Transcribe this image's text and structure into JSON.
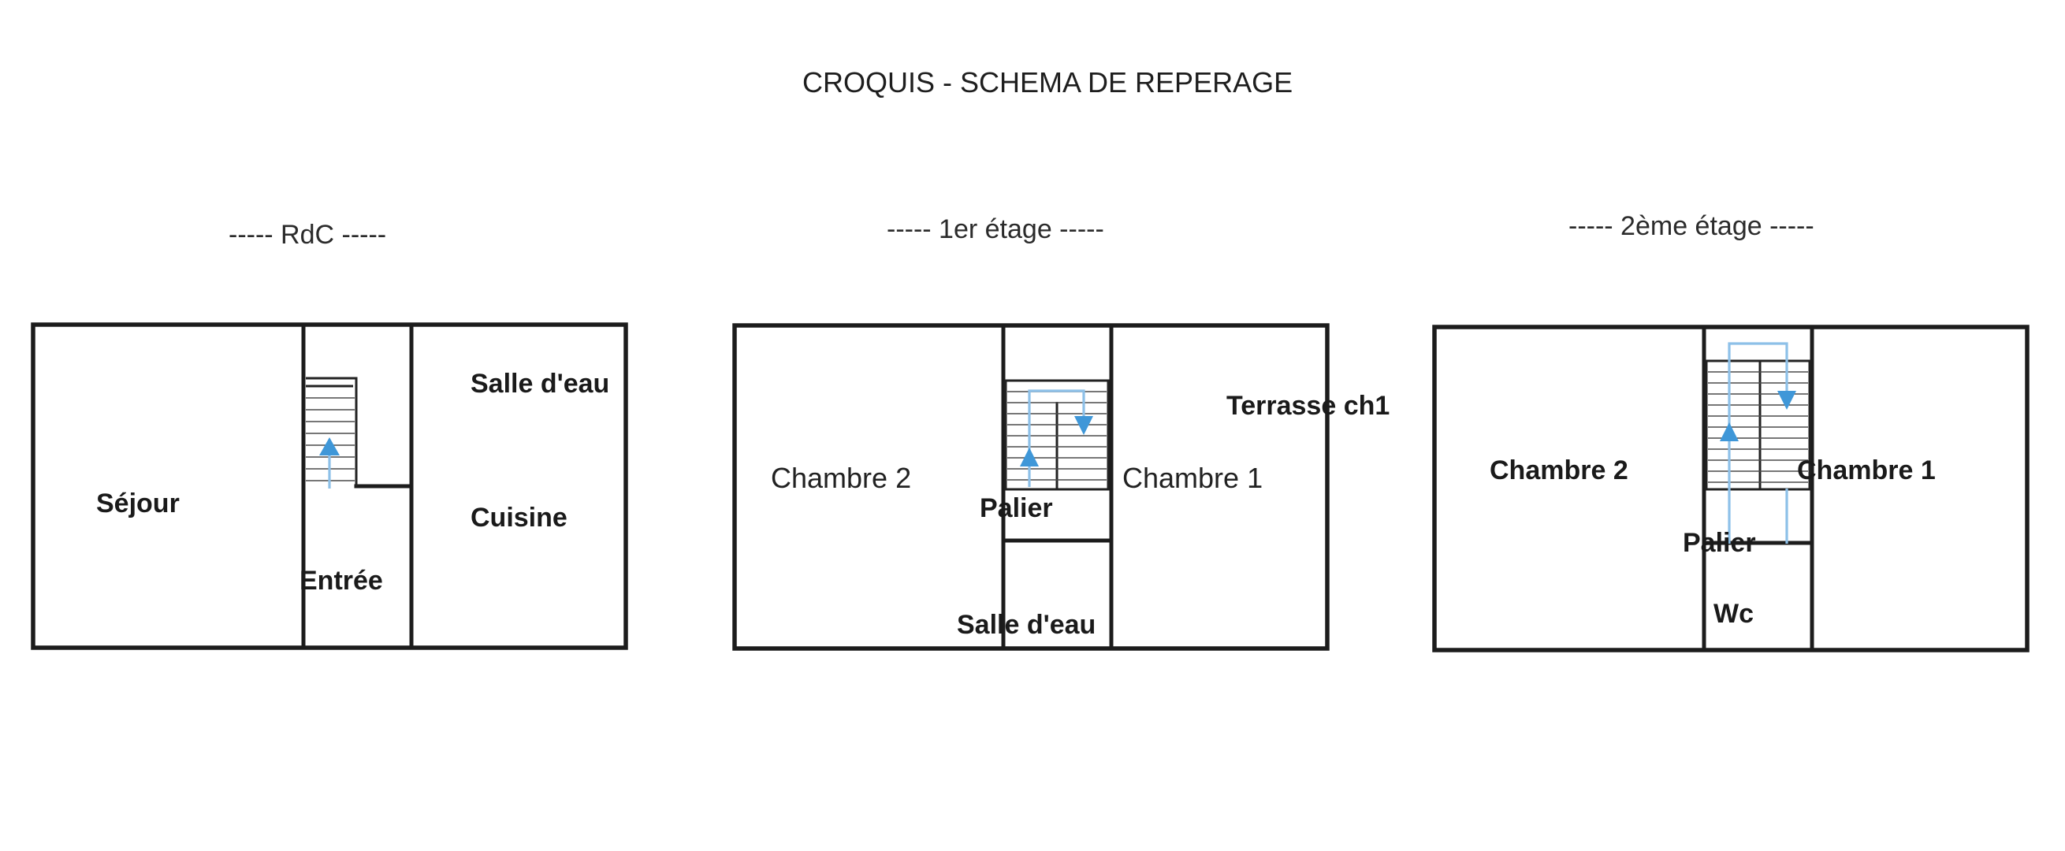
{
  "title": "CROQUIS - SCHEMA DE REPERAGE",
  "floors": [
    {
      "heading": "----- RdC -----",
      "rooms": [
        "Séjour",
        "Entrée",
        "Salle d'eau",
        "Cuisine"
      ]
    },
    {
      "heading": "----- 1er étage -----",
      "rooms": [
        "Chambre 2",
        "Palier",
        "Chambre 1",
        "Salle d'eau",
        "Terrasse ch1"
      ]
    },
    {
      "heading": "----- 2ème étage -----",
      "rooms": [
        "Chambre 2",
        "Chambre 1",
        "Palier",
        "Wc"
      ]
    }
  ],
  "colors": {
    "walls": "#1c1c1c",
    "stair_arrows": "#3f97d8",
    "stair_flow_lines": "#8dc0e8"
  }
}
